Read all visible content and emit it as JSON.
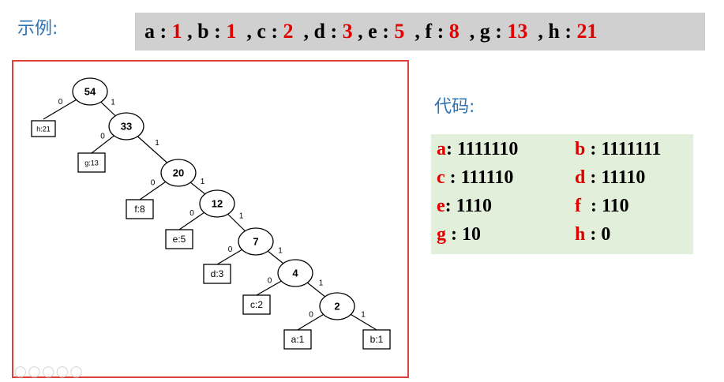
{
  "example_label": "示例:",
  "code_label": "代码:",
  "frequencies": [
    {
      "key": "a",
      "sep": " : ",
      "value": "1",
      "trail": " , "
    },
    {
      "key": "b",
      "sep": " : ",
      "value": "1",
      "trail": "  , "
    },
    {
      "key": "c",
      "sep": " : ",
      "value": "2",
      "trail": "  , "
    },
    {
      "key": "d",
      "sep": " : ",
      "value": "3",
      "trail": " , "
    },
    {
      "key": "e",
      "sep": " : ",
      "value": "5",
      "trail": "  , "
    },
    {
      "key": "f",
      "sep": " : ",
      "value": "8",
      "trail": "  , "
    },
    {
      "key": "g",
      "sep": " : ",
      "value": "13",
      "trail": "  , "
    },
    {
      "key": "h",
      "sep": " : ",
      "value": "21",
      "trail": ""
    }
  ],
  "tree": {
    "nodes": [
      {
        "id": "n54",
        "label": "54",
        "edge_label_to_parent": ""
      },
      {
        "id": "n33",
        "label": "33",
        "edge_label_to_parent": "1"
      },
      {
        "id": "n20",
        "label": "20",
        "edge_label_to_parent": "1"
      },
      {
        "id": "n12",
        "label": "12",
        "edge_label_to_parent": "1"
      },
      {
        "id": "n7",
        "label": "7",
        "edge_label_to_parent": "1"
      },
      {
        "id": "n4",
        "label": "4",
        "edge_label_to_parent": "1"
      },
      {
        "id": "n2",
        "label": "2",
        "edge_label_to_parent": "1"
      }
    ],
    "leaves": [
      {
        "id": "lh",
        "label": "h:21",
        "parent": "n54",
        "edge_label": "0"
      },
      {
        "id": "lg",
        "label": "g:13",
        "parent": "n33",
        "edge_label": "0"
      },
      {
        "id": "lf",
        "label": "f:8",
        "parent": "n20",
        "edge_label": "0"
      },
      {
        "id": "le",
        "label": "e:5",
        "parent": "n12",
        "edge_label": "0"
      },
      {
        "id": "ld",
        "label": "d:3",
        "parent": "n7",
        "edge_label": "0"
      },
      {
        "id": "lc",
        "label": "c:2",
        "parent": "n4",
        "edge_label": "0"
      },
      {
        "id": "la",
        "label": "a:1",
        "parent": "n2",
        "edge_label": "0"
      },
      {
        "id": "lb",
        "label": "b:1",
        "parent": "n2",
        "edge_label": "1"
      }
    ]
  },
  "codes": [
    [
      {
        "key": "a",
        "sep": ": ",
        "code": "1111110"
      },
      {
        "key": "b",
        "sep": " : ",
        "code": "1111111"
      }
    ],
    [
      {
        "key": "c",
        "sep": " : ",
        "code": "111110"
      },
      {
        "key": "d",
        "sep": " : ",
        "code": "11110"
      }
    ],
    [
      {
        "key": "e",
        "sep": ": ",
        "code": "1110"
      },
      {
        "key": "f",
        "sep": "  : ",
        "code": "110"
      }
    ],
    [
      {
        "key": "g",
        "sep": " : ",
        "code": "10"
      },
      {
        "key": "h",
        "sep": " : ",
        "code": "0"
      }
    ]
  ],
  "colors": {
    "key_red": "#e00000",
    "label_blue": "#2e74b5",
    "box_border": "#e0403a",
    "code_bg": "#e2efda",
    "bar_bg": "#d0d0d0"
  }
}
